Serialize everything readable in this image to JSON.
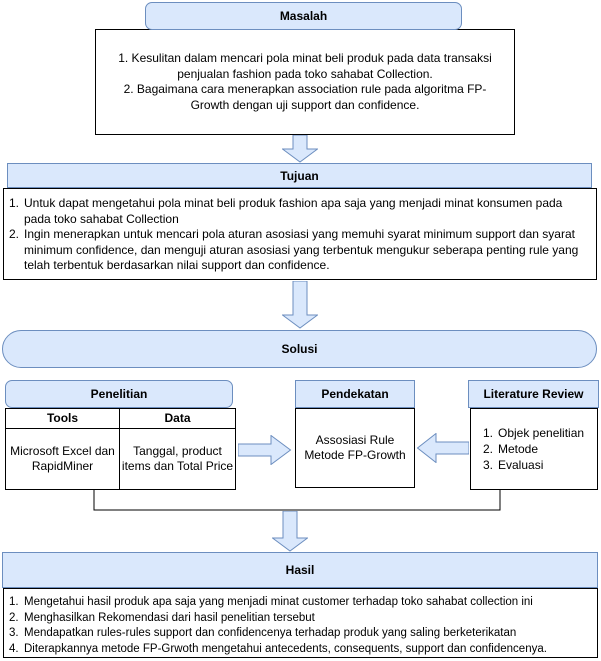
{
  "colors": {
    "accent_fill": "#dae8fc",
    "accent_border": "#6c8ebf",
    "box_border": "#000000"
  },
  "masalah": {
    "title": "Masalah",
    "items": [
      {
        "text": "1. Kesulitan dalam mencari pola minat beli produk pada data transaksi penjualan fashion pada toko sahabat Collection."
      },
      {
        "text": "2. Bagaimana cara menerapkan association rule pada algoritma FP-Growth dengan uji support dan confidence."
      }
    ]
  },
  "tujuan": {
    "title": "Tujuan",
    "items": [
      {
        "num": "1.",
        "text": "Untuk dapat mengetahui pola minat beli produk fashion apa saja yang menjadi minat konsumen pada pada toko sahabat Collection"
      },
      {
        "num": "2.",
        "text": "Ingin menerapkan untuk mencari pola aturan asosiasi yang memuhi syarat minimum support dan syarat minimum confidence, dan menguji aturan asosiasi yang terbentuk mengukur seberapa penting rule yang telah terbentuk berdasarkan nilai support dan confidence."
      }
    ]
  },
  "solusi": {
    "title": "Solusi"
  },
  "penelitian": {
    "title": "Penelitian",
    "table": {
      "headers": [
        "Tools",
        "Data"
      ],
      "row": [
        "Microsoft Excel dan RapidMiner",
        "Tanggal, product items dan Total Price"
      ]
    }
  },
  "pendekatan": {
    "title": "Pendekatan",
    "line1": "Assosiasi Rule",
    "line2": "Metode FP-Growth"
  },
  "literature_review": {
    "title": "Literature Review",
    "items": [
      {
        "num": "1.",
        "text": "Objek penelitian"
      },
      {
        "num": "2.",
        "text": "Metode"
      },
      {
        "num": "3.",
        "text": "Evaluasi"
      }
    ]
  },
  "hasil": {
    "title": "Hasil",
    "items": [
      {
        "num": "1.",
        "text": "Mengetahui hasil produk apa saja yang menjadi minat customer terhadap toko sahabat collection ini"
      },
      {
        "num": "2.",
        "text": "Menghasilkan Rekomendasi dari hasil penelitian tersebut"
      },
      {
        "num": "3.",
        "text": "Mendapatkan rules-rules support dan confidencenya terhadap produk yang saling berketerikatan"
      },
      {
        "num": "4.",
        "text": "Diterapkannya metode FP-Grwoth mengetahui antecedents, consequents, support dan confidencenya."
      }
    ]
  }
}
